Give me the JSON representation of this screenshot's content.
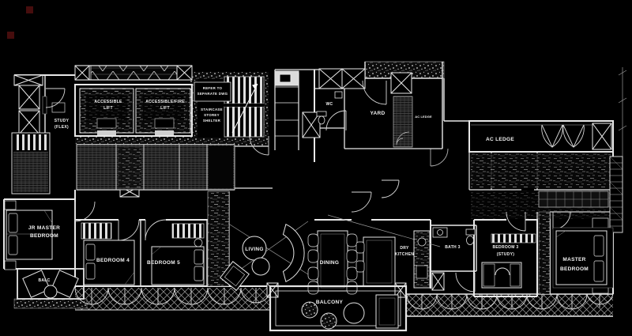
{
  "drawing": {
    "type": "architectural-floor-plan",
    "style": "white-line blueprint on black",
    "background_color": "#000000",
    "line_color": "#e8e8e8",
    "text_color": "#f2f2f2",
    "corner_mark_color": "#460d0d"
  },
  "labels": {
    "accessible_lift": [
      "ACCESSIBLE",
      "LIFT"
    ],
    "accessible_fire_lift": [
      "ACCESSIBLE/FIRE",
      "LIFT"
    ],
    "refer_note": [
      "REFER TO",
      "SEPARATE DWG"
    ],
    "staircase": [
      "STAIRCASE",
      "STOREY",
      "SHELTER"
    ],
    "study_flex": [
      "STUDY",
      "(FLEX)"
    ],
    "wc": [
      "WC"
    ],
    "yard": [
      "YARD"
    ],
    "ac_ledge_small": [
      "AC LEDGE"
    ],
    "ac_ledge": [
      "AC LEDGE"
    ],
    "jr_master_bedroom": [
      "JR MASTER",
      "BEDROOM"
    ],
    "balcony_left": [
      "BALC"
    ],
    "bedroom_4": [
      "BEDROOM 4"
    ],
    "bedroom_5": [
      "BEDROOM 5"
    ],
    "living": [
      "LIVING"
    ],
    "dining": [
      "DINING"
    ],
    "dry_kitchen": [
      "DRY",
      "KITCHEN"
    ],
    "bath_3": [
      "BATH 3"
    ],
    "bedroom_3": [
      "BEDROOM 3",
      "(STUDY)"
    ],
    "master_bedroom": [
      "MASTER",
      "BEDROOM"
    ],
    "balcony": [
      "BALCONY"
    ]
  }
}
